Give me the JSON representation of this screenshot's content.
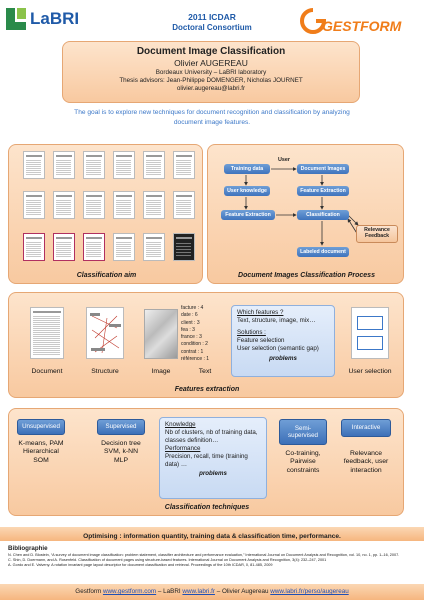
{
  "header": {
    "labri_logo_text": "LaBRI",
    "event_line1": "2011 ICDAR",
    "event_line2": "Doctoral Consortium",
    "gestform_logo_text": "GESTFORM"
  },
  "title_box": {
    "title": "Document Image Classification",
    "author": "Olivier AUGEREAU",
    "affiliation": "Bordeaux University – LaBRI laboratory",
    "advisors": "Thesis advisors: Jean-Philippe DOMENGER, Nicholas JOURNET",
    "email": "olivier.augereau@labri.fr"
  },
  "goal": "The goal is to explore new techniques for document recognition and classification by analyzing document image features.",
  "classification_aim": {
    "caption": "Classification aim"
  },
  "process": {
    "caption": "Document Images Classification Process",
    "user_label": "User",
    "nodes": {
      "training_data": "Training data",
      "document_images": "Document Images",
      "user_knowledge": "User knowledge",
      "feature_extraction_right": "Feature Extraction",
      "feature_extraction_left": "Feature Extraction",
      "classification": "Classification",
      "relevance_feedback": "Relevance Feedback",
      "labeled_document": "Labeled document"
    }
  },
  "features": {
    "caption": "Features extraction",
    "labels": [
      "Document",
      "Structure",
      "Image",
      "Text"
    ],
    "text_list": [
      "facture : 4",
      "date : 6",
      "client : 3",
      "fea : 3",
      "france : 3",
      "condition : 2",
      "contrat : 1",
      "référence : 1"
    ],
    "which_features_title": "Which features ?",
    "which_features_text": "Text, structure, image, mix…",
    "solutions_title": "Solutions :",
    "solution1": "Feature selection",
    "solution2": "User selection (semantic gap)",
    "problems": "problems",
    "user_selection": "User selection"
  },
  "techniques": {
    "caption": "Classification techniques",
    "unsupervised": {
      "button": "Unsupervised",
      "line1": "K-means, PAM",
      "line2": "Hierarchical",
      "line3": "SOM"
    },
    "supervised": {
      "button": "Supervised",
      "line1": "Decision tree",
      "line2": "SVM, k-NN",
      "line3": "MLP"
    },
    "knowledge_title": "Knowledge",
    "knowledge_text": "Nb of clusters, nb of training data, classes definition…",
    "performance_title": "Performance",
    "performance_text": "Precision, recall, time (training data) …",
    "problems": "problems",
    "semisupervised": {
      "button": "Semi-supervised",
      "line1": "Co-training,",
      "line2": "Pairwise",
      "line3": "constraints"
    },
    "interactive": {
      "button": "Interactive",
      "line1": "Relevance",
      "line2": "feedback, user",
      "line3": "interaction"
    }
  },
  "optimising": "Optimising : information quantity, training data & classification time, performance.",
  "bibliography": {
    "title": "Bibliographie",
    "refs": [
      "N. Chen and D. Blostein, “A survey of document image classification: problem statement, classifier architecture and performance evaluation,” International Journal on Document Analysis and Recognition, vol. 10, no. 1, pp. 1–16, 2007.",
      "C. Shin, D. Doermann, and A. Rosenfeld. Classification of document pages using structure-based features. International Journal on Document Analysis and Recognition, 3(4): 232–247, 2001",
      "A. Gordo and E. Valveny. A rotation invariant page layout descriptor for document classification and retrieval. Proceedings of the 10th ICDAR, 0, 81-485, 2009"
    ]
  },
  "footer": {
    "gestform_label": "Gestform",
    "gestform_url": "www.gestform.com",
    "sep1": "–",
    "labri_label": "LaBRI",
    "labri_url": "www.labri.fr",
    "sep2": "–",
    "author_label": "Olivier Augereau",
    "author_url": "www.labri.fr/perso/augereau"
  },
  "colors": {
    "accent_blue": "#1f4fb5",
    "orange": "#f29a4e",
    "goal_blue": "#3c78c8"
  }
}
